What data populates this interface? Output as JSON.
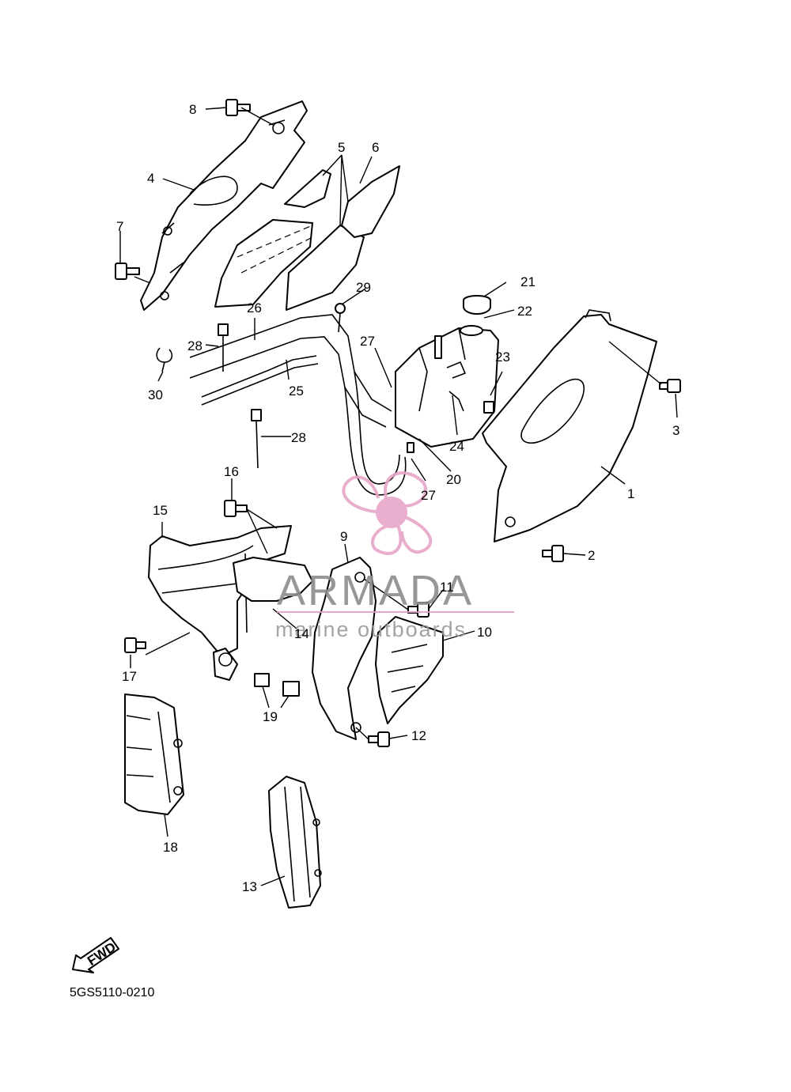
{
  "diagram": {
    "diagram_code": "5GS5110-0210",
    "direction_label": "FWD",
    "callouts": [
      "1",
      "2",
      "3",
      "4",
      "5",
      "6",
      "7",
      "8",
      "9",
      "10",
      "11",
      "12",
      "13",
      "14",
      "15",
      "16",
      "17",
      "18",
      "19",
      "20",
      "21",
      "22",
      "23",
      "24",
      "25",
      "26",
      "27",
      "27",
      "28",
      "28",
      "29",
      "30"
    ]
  },
  "watermark": {
    "brand": "ARMADA",
    "tagline": "marine outboards",
    "colors": {
      "accent": "#e7a6c8",
      "text": "#8c8c8c",
      "line": "#e3a0c4"
    }
  }
}
